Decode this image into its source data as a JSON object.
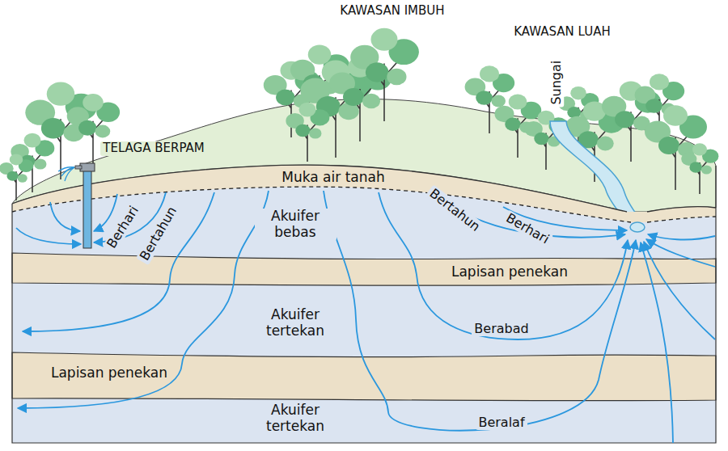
{
  "diagram": {
    "labels": [
      "KAWASAN IMBUH",
      "KAWASAN LUAH",
      "TELAGA BERPAM",
      "Sungai",
      "Muka air tanah",
      "Berhari",
      "Bertahun",
      "Akuifer bebas",
      "Bertahun",
      "Berhari",
      "Lapisan penekan",
      "Akuifer tertekan",
      "Berabad",
      "Lapisan penekan",
      "Akuifer tertekan",
      "Beralaf"
    ]
  }
}
